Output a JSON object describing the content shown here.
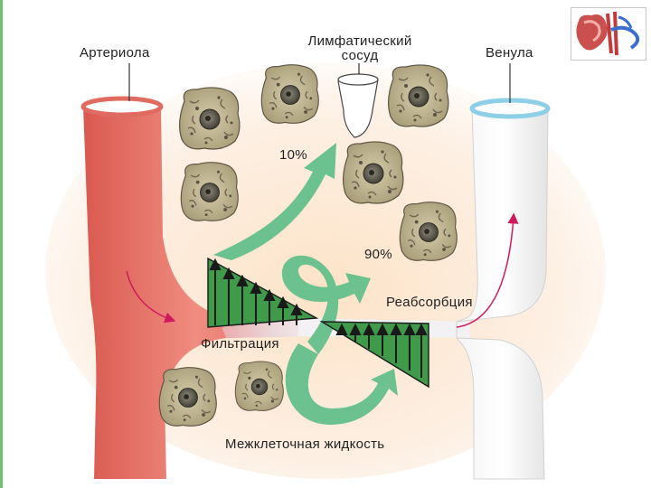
{
  "labels": {
    "arteriole": "Артериола",
    "lymph_line1": "Лимфатический",
    "lymph_line2": "сосуд",
    "venule": "Венула",
    "pct_lymph": "10%",
    "pct_reabs": "90%",
    "reabsorption": "Реабсорбция",
    "filtration": "Фильтрация",
    "interstitial": "Межклеточная жидкость"
  },
  "colors": {
    "arteriole": "#e8766a",
    "venule_rim": "#8ccfe6",
    "flow_arrow": "#6cc28e",
    "pressure_fill": "#3f9a4a",
    "pressure_arrows": "#1a1a1a",
    "cell": "#c5bb98",
    "background_glow": "#fbe9d8",
    "flow_marker": "#d0185f"
  },
  "icons": {
    "thumbnail": "heart-vessels-thumbnail-icon"
  }
}
